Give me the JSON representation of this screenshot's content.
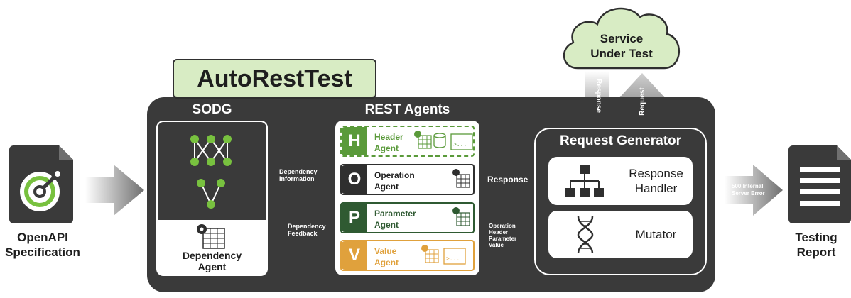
{
  "title": "AutoRestTest",
  "cloud": {
    "label_line1": "Service",
    "label_line2": "Under Test"
  },
  "cloud_arrows": {
    "response": "Response",
    "request": "Request"
  },
  "input": {
    "line1": "OpenAPI",
    "line2": "Specification"
  },
  "output": {
    "line1": "Testing",
    "line2": "Report"
  },
  "sodg": {
    "title": "SODG",
    "agent_line1": "Dependency",
    "agent_line2": "Agent"
  },
  "flows": {
    "dep_info_1": "Dependency",
    "dep_info_2": "Information",
    "dep_feedback_1": "Dependency",
    "dep_feedback_2": "Feedback",
    "response": "Response",
    "op_1": "Operation",
    "op_2": "Header",
    "op_3": "Parameter",
    "op_4": "Value",
    "err_1": "500 Internal",
    "err_2": "Server Error"
  },
  "rest_agents": {
    "title": "REST Agents",
    "agents": [
      {
        "letter": "H",
        "line1": "Header",
        "line2": "Agent",
        "color": "#5a9a3a"
      },
      {
        "letter": "O",
        "line1": "Operation",
        "line2": "Agent",
        "color": "#2f2f2f"
      },
      {
        "letter": "P",
        "line1": "Parameter",
        "line2": "Agent",
        "color": "#2f5a32"
      },
      {
        "letter": "V",
        "line1": "Value",
        "line2": "Agent",
        "color": "#e0a13c"
      }
    ]
  },
  "request_generator": {
    "title": "Request Generator",
    "response_handler_1": "Response",
    "response_handler_2": "Handler",
    "mutator": "Mutator"
  }
}
